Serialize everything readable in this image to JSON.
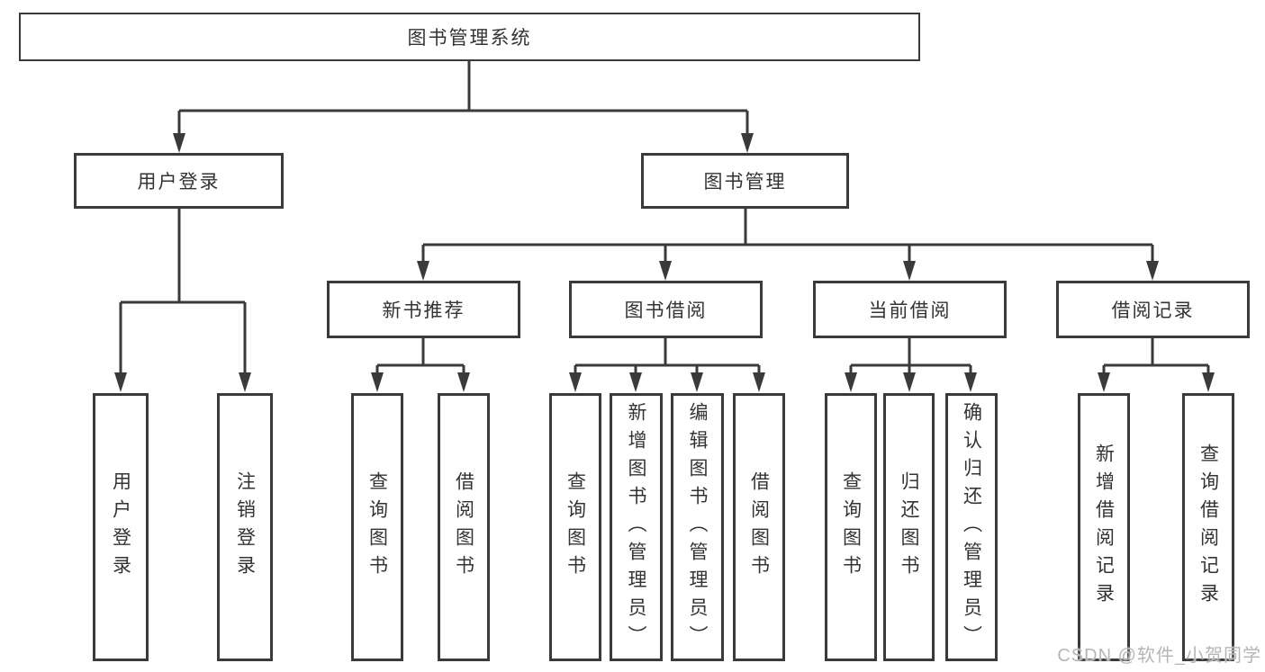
{
  "colors": {
    "line": "#3a3a3a",
    "box_border": "#3a3a3a",
    "text": "#333333",
    "watermark": "#b6b6b6",
    "background": "#ffffff"
  },
  "tree": {
    "label": "图书管理系统",
    "children": [
      {
        "label": "用户登录",
        "children": [
          {
            "label": "用户登录"
          },
          {
            "label": "注销登录"
          }
        ]
      },
      {
        "label": "图书管理",
        "children": [
          {
            "label": "新书推荐",
            "children": [
              {
                "label": "查询图书"
              },
              {
                "label": "借阅图书"
              }
            ]
          },
          {
            "label": "图书借阅",
            "children": [
              {
                "label": "查询图书"
              },
              {
                "label": "新增图书（管理员）"
              },
              {
                "label": "编辑图书（管理员）"
              },
              {
                "label": "借阅图书"
              }
            ]
          },
          {
            "label": "当前借阅",
            "children": [
              {
                "label": "查询图书"
              },
              {
                "label": "归还图书"
              },
              {
                "label": "确认归还（管理员）"
              }
            ]
          },
          {
            "label": "借阅记录",
            "children": [
              {
                "label": "新增借阅记录"
              },
              {
                "label": "查询借阅记录"
              }
            ]
          }
        ]
      }
    ]
  },
  "watermark": {
    "text": "CSDN @软件_小贺同学"
  }
}
